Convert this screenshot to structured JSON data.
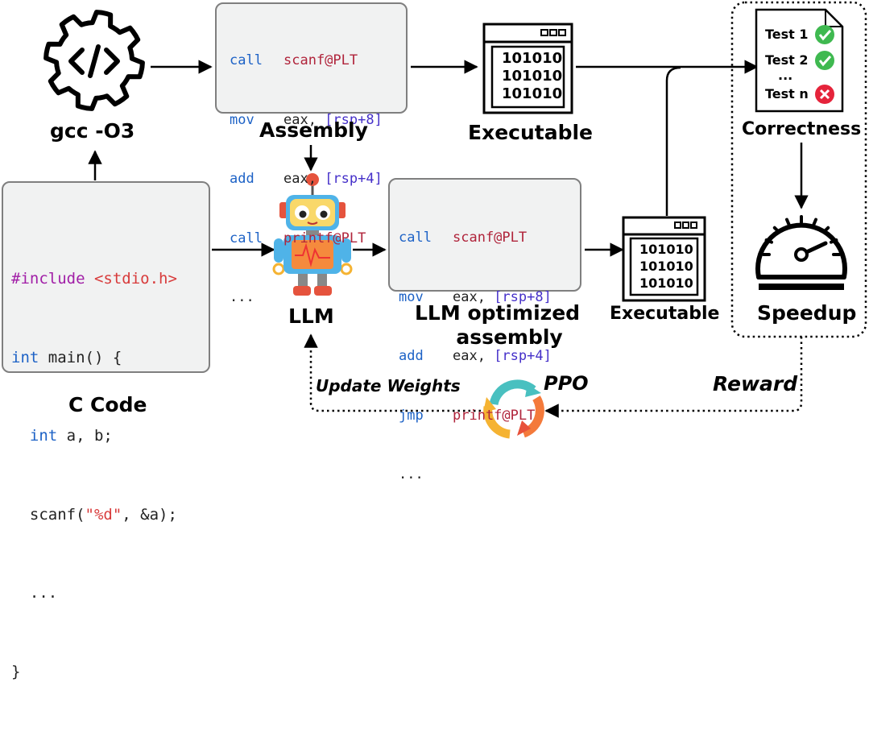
{
  "nodes": {
    "gcc": "gcc -O3",
    "assembly": "Assembly",
    "executable_top": "Executable",
    "correctness": "Correctness",
    "ccode": "C Code",
    "llm": "LLM",
    "llm_opt": [
      "LLM optimized",
      "assembly"
    ],
    "executable_bottom": "Executable",
    "speedup": "Speedup"
  },
  "asm_top": [
    {
      "op": "call",
      "arg": "scanf@PLT",
      "type": "fn"
    },
    {
      "op": "mov",
      "arg1": "eax, ",
      "arg2": "[rsp+8]",
      "type": "reg"
    },
    {
      "op": "add",
      "arg1": "eax, ",
      "arg2": "[rsp+4]",
      "type": "reg"
    },
    {
      "op": "call",
      "arg": "printf@PLT",
      "type": "fn"
    },
    {
      "op": "...",
      "type": "dots"
    }
  ],
  "asm_bottom": [
    {
      "op": "call",
      "arg": "scanf@PLT",
      "type": "fn"
    },
    {
      "op": "mov",
      "arg1": "eax, ",
      "arg2": "[rsp+8]",
      "type": "reg"
    },
    {
      "op": "add",
      "arg1": "eax, ",
      "arg2": "[rsp+4]",
      "type": "reg"
    },
    {
      "op": "jmp",
      "arg": "printf@PLT",
      "type": "fn"
    },
    {
      "op": "...",
      "type": "dots"
    }
  ],
  "c_code": {
    "line1a": "#include",
    "line1b": "<stdio.h>",
    "line2a": "int",
    "line2b": " main() {",
    "line3a": "int",
    "line3b": " a, b;",
    "line4a": "scanf(",
    "line4b": "\"%d\"",
    "line4c": ", &a);",
    "line5": "...",
    "line6": "}"
  },
  "binary": [
    "101010",
    "101010",
    "101010"
  ],
  "tests": [
    {
      "label": "Test 1",
      "status": "pass"
    },
    {
      "label": "Test 2",
      "status": "pass"
    },
    {
      "label": "...",
      "status": "none"
    },
    {
      "label": "Test n",
      "status": "fail"
    }
  ],
  "feedback": {
    "update": "Update Weights",
    "ppo": "PPO",
    "reward": "Reward"
  },
  "colors": {
    "keyword": "#1d62c6",
    "function": "#b0243b",
    "register": "#4530c9",
    "include": "#a11fa7",
    "string": "#d83b3b",
    "pass": "#3fb950",
    "fail": "#e5243b",
    "robot_blue": "#4fb3e8",
    "robot_red": "#e5533d",
    "ppo_teal": "#49c0c0",
    "ppo_orange": "#f47a3b",
    "ppo_red": "#e8513a",
    "ppo_yellow": "#f5b332"
  }
}
